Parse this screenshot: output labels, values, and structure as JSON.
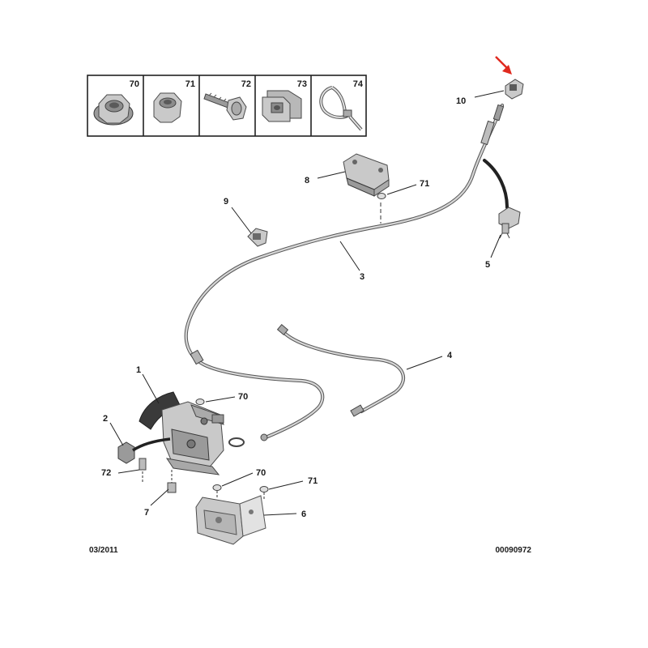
{
  "parts_table": {
    "cells": [
      {
        "ref": "70",
        "icon": "flange-nut-icon"
      },
      {
        "ref": "71",
        "icon": "nut-icon"
      },
      {
        "ref": "72",
        "icon": "bolt-icon"
      },
      {
        "ref": "73",
        "icon": "clip-nut-icon"
      },
      {
        "ref": "74",
        "icon": "cable-tie-icon"
      }
    ]
  },
  "callouts": {
    "c10": "10",
    "c8": "8",
    "c71a": "71",
    "c9": "9",
    "c3": "3",
    "c5": "5",
    "c4": "4",
    "c1": "1",
    "c70a": "70",
    "c2": "2",
    "c72": "72",
    "c7": "7",
    "c70b": "70",
    "c71b": "71",
    "c6": "6"
  },
  "footer": {
    "date": "03/2011",
    "reference": "00090972"
  },
  "colors": {
    "pointer_arrow": "#e02a1f",
    "line_art": "#4a4a4a",
    "part_fill": "#c9c9c9"
  }
}
